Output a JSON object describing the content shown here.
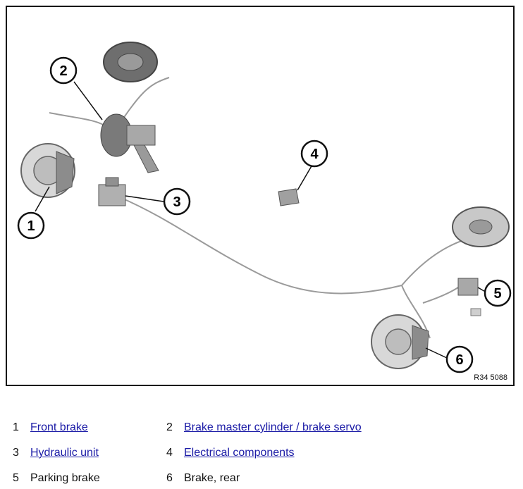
{
  "figure": {
    "reference": "R34 5088",
    "callouts": [
      "1",
      "2",
      "3",
      "4",
      "5",
      "6"
    ]
  },
  "legend": [
    {
      "number": "1",
      "label": "Front brake",
      "is_link": true
    },
    {
      "number": "2",
      "label": "Brake master cylinder / brake servo",
      "is_link": true
    },
    {
      "number": "3",
      "label": "Hydraulic unit",
      "is_link": true
    },
    {
      "number": "4",
      "label": "Electrical components",
      "is_link": true
    },
    {
      "number": "5",
      "label": "Parking brake",
      "is_link": false
    },
    {
      "number": "6",
      "label": "Brake, rear",
      "is_link": false
    }
  ],
  "colors": {
    "link": "#1a1aa6",
    "line": "#111111",
    "part": "#8c8c8c"
  }
}
